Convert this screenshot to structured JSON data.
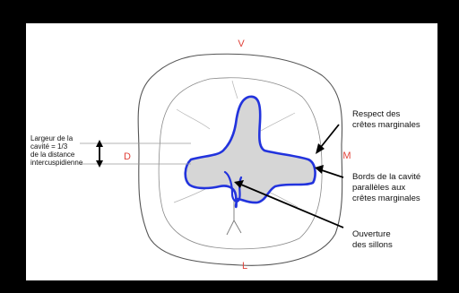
{
  "diagram": {
    "orientation": {
      "top": "V",
      "bottom": "L",
      "left": "D",
      "right": "M"
    },
    "callouts": {
      "width_note": [
        "Largeur de la",
        "cavité = 1/3",
        "de la distance",
        "intercuspidienne"
      ],
      "marginal_ridges": [
        "Respect des",
        "crêtes marginales"
      ],
      "cavity_walls": [
        "Bords de la cavité",
        "parallèles aux",
        "crêtes marginales"
      ],
      "groove_opening": [
        "Ouverture",
        "des sillons"
      ]
    },
    "colors": {
      "background": "#000000",
      "card": "#ffffff",
      "direction_label": "#e0423a",
      "cavity_outline": "#2233dd",
      "cavity_fill": "#d6d6d6",
      "tooth_line": "#555555"
    }
  }
}
